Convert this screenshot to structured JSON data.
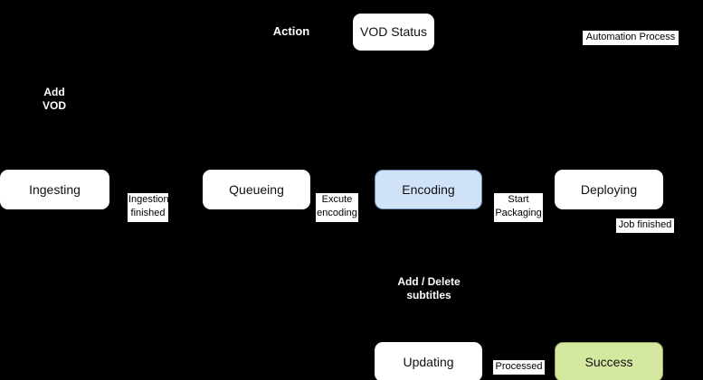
{
  "diagram": {
    "title": "VOD Status",
    "background_color": "#000000",
    "header": {
      "action_label": "Action",
      "vod_status_label": "VOD Status",
      "automation_process_label": "Automation Process"
    },
    "labels": [
      {
        "name": "add-vod",
        "text": "Add\nVOD"
      },
      {
        "name": "add-delete-subtitles",
        "text": "Add / Delete\nsubtitles"
      }
    ],
    "nodes": [
      {
        "name": "ingesting",
        "text": "Ingesting",
        "style": "white",
        "fill": "#ffffff",
        "border": "#ffffff"
      },
      {
        "name": "queueing",
        "text": "Queueing",
        "style": "white",
        "fill": "#ffffff",
        "border": "#ffffff"
      },
      {
        "name": "encoding",
        "text": "Encoding",
        "style": "blue",
        "fill": "#cfe2f8",
        "border": "#6b8fb5"
      },
      {
        "name": "deploying",
        "text": "Deploying",
        "style": "white",
        "fill": "#ffffff",
        "border": "#ffffff"
      },
      {
        "name": "updating",
        "text": "Updating",
        "style": "white",
        "fill": "#ffffff",
        "border": "#ffffff"
      },
      {
        "name": "success",
        "text": "Success",
        "style": "green",
        "fill": "#d5e8a0",
        "border": "#93ab5e"
      }
    ],
    "transitions": [
      {
        "name": "ingestion-finished",
        "text": "Ingestion\nfinished"
      },
      {
        "name": "excute-encoding",
        "text": "Excute\nencoding"
      },
      {
        "name": "start-packaging",
        "text": "Start\nPackaging"
      },
      {
        "name": "job-finished",
        "text": "Job finished"
      },
      {
        "name": "processed",
        "text": "Processed"
      }
    ]
  }
}
